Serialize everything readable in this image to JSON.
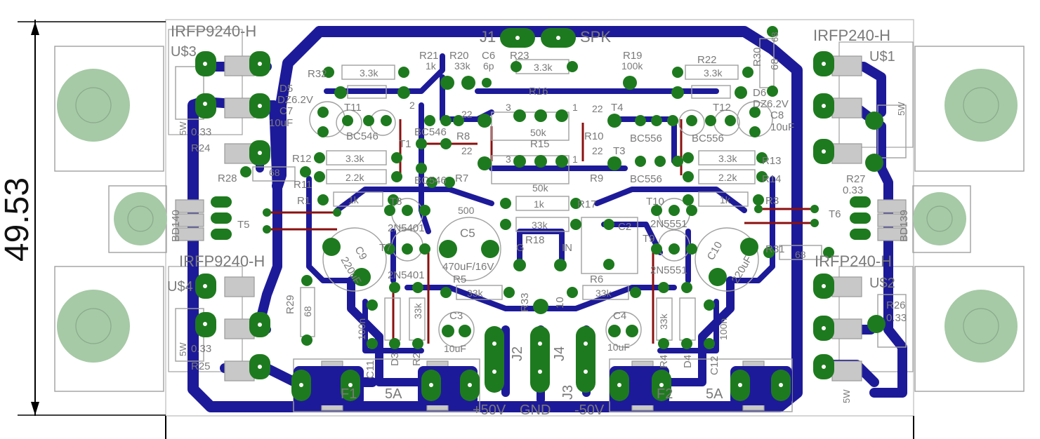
{
  "dimension": {
    "value": "49.53"
  },
  "labels": {
    "irfp9240_top": "IRFP9240-H",
    "irfp9240_bot": "IRFP9240-H",
    "irfp240_top": "IRFP240-H",
    "irfp240_bot": "IRFP240-H",
    "us1": "U$1",
    "us2": "U$2",
    "us3": "U$3",
    "us4": "U$4",
    "j1": "J1",
    "spk": "SPK",
    "j2": "J2",
    "j3": "J3",
    "j4": "J4",
    "plus50": "+50V",
    "gnd": "GND",
    "minus50": "-50V",
    "f1": "F1",
    "f2": "F2",
    "f1_rating": "5A",
    "f2_rating": "5A",
    "r21": "R21",
    "r20": "R20",
    "c6": "C6",
    "r23": "R23",
    "r19": "R19",
    "r22": "R22",
    "r30": "R30",
    "v_r21": "1k",
    "v_r20": "33k",
    "v_c6": "6p",
    "v_r19": "100k",
    "v_3k3_a": "3.3k",
    "v_3k3_b": "3.3k",
    "v_3k3_c": "3.3k",
    "v_3k3_d": "3.3k",
    "v_3k3_e": "3.3k",
    "v_r30": "68",
    "r32": "R32",
    "r16": "R16",
    "d5": "D5",
    "d6": "D6",
    "dz_left": "DZ6.2V",
    "dz_right": "DZ6.2V",
    "c7": "C7",
    "c8": "C8",
    "v_c7": "10uF",
    "v_c8": "10uF",
    "t11": "T11",
    "t12": "T12",
    "t4": "T4",
    "t3": "T3",
    "bc546_a": "BC546",
    "bc546_b": "BC546",
    "bc546_c": "BC546",
    "bc556_a": "BC556",
    "bc556_b": "BC556",
    "bc556_c": "BC556",
    "r8": "R8",
    "r10": "R10",
    "r15": "R15",
    "r9": "R9",
    "r7": "R7",
    "v_22_a": "22",
    "v_22_b": "22",
    "v_22_c": "22",
    "v_22_d": "22",
    "v_50k_a": "50k",
    "v_50k_b": "50k",
    "pin3_a": "3",
    "pin3_b": "3",
    "pin2": "2",
    "pin1_a": "1",
    "pin1_b": "1",
    "t1": "T1",
    "r24": "R24",
    "r28": "R28",
    "r12": "R12",
    "r11": "R11",
    "r1": "R1",
    "v_68_a": "68",
    "v_68_b": "68",
    "v_68_c": "68",
    "v_68_d": "68",
    "v_2k2_a": "2.2k",
    "v_2k2_b": "2.2k",
    "v_1k_a": "1k",
    "v_1k_b": "1k",
    "v_1k_c": "1k",
    "v_033_a": "0.33",
    "v_033_b": "0.33",
    "v_033_c": "0.33",
    "v_033_d": "0.33",
    "v_5w_a": "5W",
    "v_5w_b": "5W",
    "v_5w_c": "5W",
    "v_5w_d": "5W",
    "bd140": "BD140",
    "bd139": "BD139",
    "t5": "T5",
    "t6": "T6",
    "r13": "R13",
    "r14": "R14",
    "r27": "R27",
    "r3": "R3",
    "r26": "R26",
    "r29": "R29",
    "r25": "R25",
    "c9": "C9",
    "c10": "C10",
    "v_220uf_a": "220uF",
    "v_220uf_b": "220uF",
    "t8": "T8",
    "t7": "T7",
    "t9": "T9",
    "t10": "T10",
    "n2n5401_a": "2N5401",
    "n2n5401_b": "2N5401",
    "n2n5551_a": "2N5551",
    "n2n5551_b": "2N5551",
    "c5": "C5",
    "v_c5": "470uF/16V",
    "r18": "R18",
    "r17": "R17",
    "v_33k_a": "33k",
    "v_33k_b": "33k",
    "v_33k_c": "33k",
    "v_33k_d": "33k",
    "v_33k_e": "33k",
    "c2": "C2",
    "g": "G",
    "in": "IN",
    "r5": "R5",
    "r6": "R6",
    "r33": "R33",
    "v_10": "10",
    "c3": "C3",
    "c4": "C4",
    "v_10uf_c3": "10uF",
    "v_10uf_c4": "10uF",
    "c11": "C11",
    "c12": "C12",
    "d3": "D3",
    "d4": "D4",
    "r2": "R2",
    "r4": "R4",
    "v_100n_a": "100n",
    "v_100n_b": "100n",
    "r31": "R31",
    "v_500": "500"
  },
  "colors": {
    "copper": "#1d1a99",
    "pad": "#1e7a1e",
    "heatsink": "#a6c9a6",
    "jumper": "#8b1010",
    "outline": "#a0a0a0"
  }
}
